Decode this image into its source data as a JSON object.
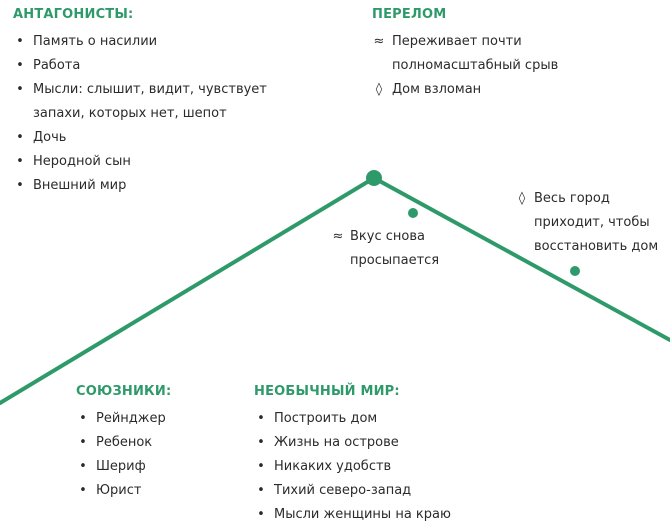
{
  "antagonists": {
    "title": "АНТАГОНИСТЫ:",
    "items": [
      "Память о насилии",
      "Работа",
      "Мысли: слышит, видит, чувствует запахи, которых нет, шепот",
      "Дочь",
      "Неродной сын",
      "Внешний мир"
    ]
  },
  "turning_point": {
    "title": "ПЕРЕЛОМ",
    "items": [
      {
        "marker": "≈",
        "text": "Переживает почти полномасштабный срыв"
      },
      {
        "marker": "◊",
        "text": "Дом взломан"
      }
    ]
  },
  "notes": {
    "taste": {
      "marker": "≈",
      "text_line1": "Вкус снова",
      "text_line2": "просыпается"
    },
    "city": {
      "marker": "◊",
      "text_line1": "Весь город",
      "text_line2": "приходит, чтобы",
      "text_line3": "восстановить дом"
    }
  },
  "allies": {
    "title": "СОЮЗНИКИ:",
    "items": [
      "Рейнджер",
      "Ребенок",
      "Шериф",
      "Юрист"
    ]
  },
  "unusual_world": {
    "title": "НЕОБЫЧНЫЙ МИР:",
    "items": [
      "Построить дом",
      "Жизнь на острове",
      "Никаких удобств",
      "Тихий северо-запад",
      "Мысли женщины на краю"
    ]
  },
  "colors": {
    "accent": "#2e9a6a",
    "text": "#2b2b2b"
  }
}
